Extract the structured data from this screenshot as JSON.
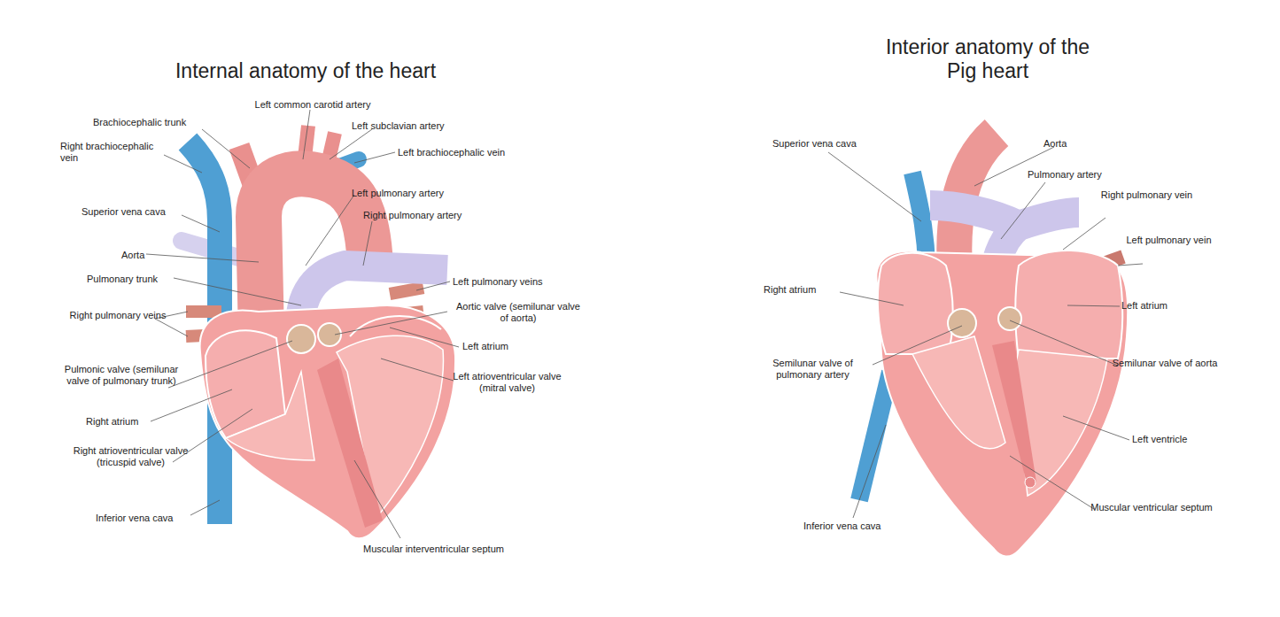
{
  "diagram": {
    "title": "Internal anatomy of the heart",
    "labels": [
      "Left common carotid artery",
      "Brachiocephalic trunk",
      "Left subclavian artery",
      "Right brachiocephalic vein",
      "Left brachiocephalic vein",
      "Left pulmonary artery",
      "Superior vena cava",
      "Right pulmonary artery",
      "Aorta",
      "Pulmonary trunk",
      "Left pulmonary veins",
      "Aortic valve (semilunar valve of aorta)",
      "Right pulmonary veins",
      "Left atrium",
      "Pulmonic valve (semilunar valve of pulmonary trunk)",
      "Left atrioventricular valve (mitral valve)",
      "Right atrium",
      "Right atrioventricular valve (tricuspid valve)",
      "Inferior vena cava",
      "Muscular interventricular septum",
      "Interior anatomy of the Pig heart",
      "Superior vena cava",
      "Aorta",
      "Pulmonary artery",
      "Right pulmonary vein",
      "Left pulmonary vein",
      "Right atrium",
      "Left atrium",
      "Semilunar valve of pulmonary artery",
      "Semilunar valve of aorta",
      "Left ventricle",
      "Inferior vena cava",
      "Muscular ventricular septum"
    ]
  }
}
